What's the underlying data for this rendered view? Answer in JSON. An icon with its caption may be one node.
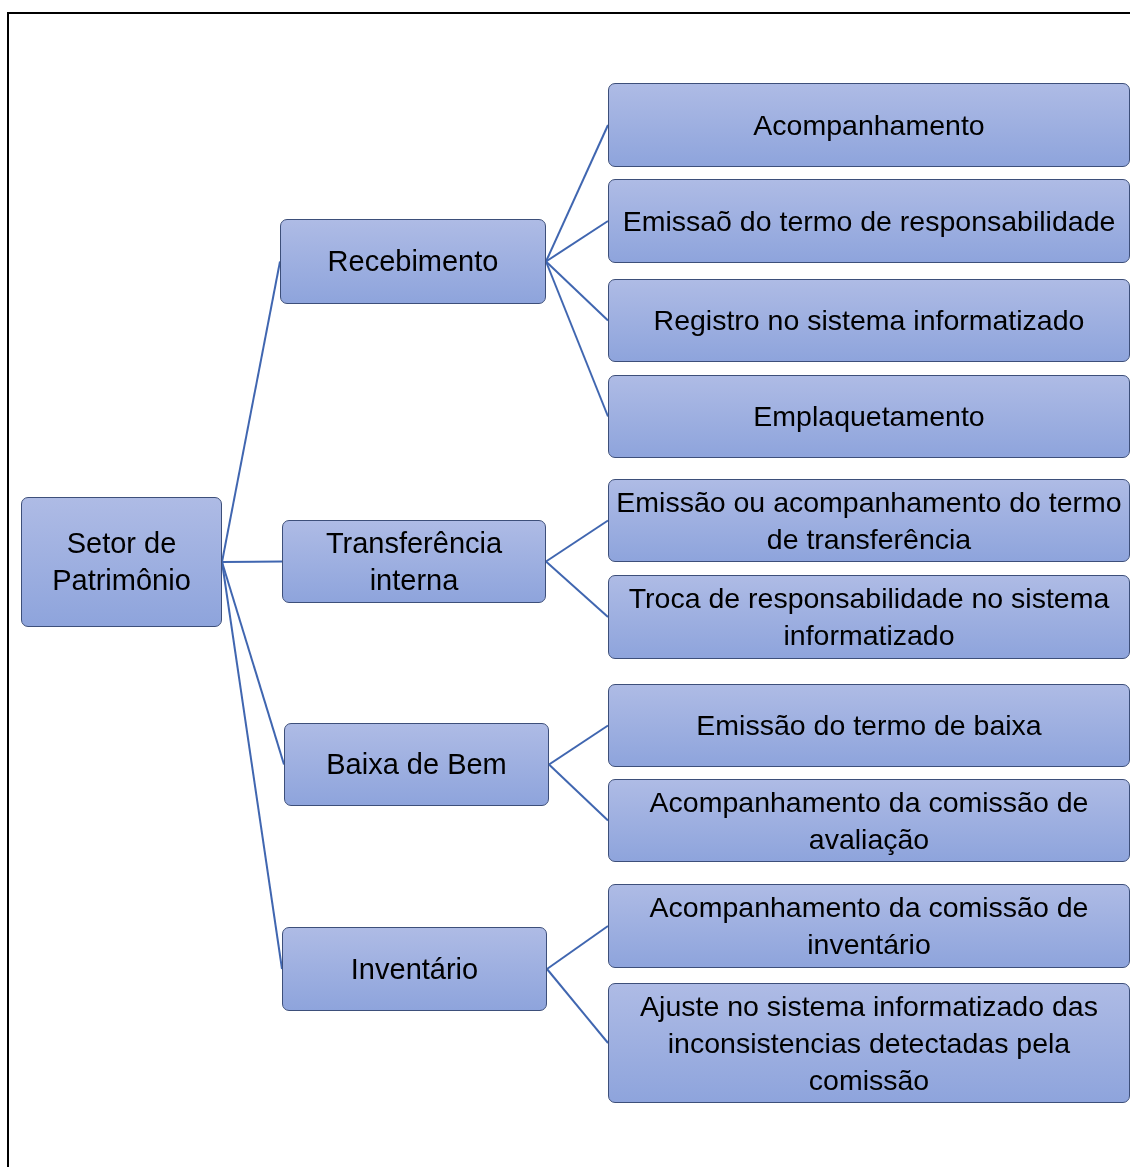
{
  "diagram": {
    "nodes": [
      {
        "text": [
          "Setor de Patrimônio"
        ]
      },
      {
        "text": [
          "Recebimento"
        ]
      },
      {
        "text": [
          "Transferência interna"
        ]
      },
      {
        "text": [
          "Baixa de Bem"
        ]
      },
      {
        "text": [
          "Inventário"
        ]
      },
      {
        "text": [
          "Acompanhamento"
        ]
      },
      {
        "text": [
          "Emissaõ do termo de responsabilidade"
        ]
      },
      {
        "text": [
          "Registro no sistema informatizado"
        ]
      },
      {
        "text": [
          "Emplaquetamento"
        ]
      },
      {
        "text": [
          "Emissão ou acompanhamento do termo de transferência"
        ]
      },
      {
        "text": [
          "Troca de responsabilidade no sistema informatizado"
        ]
      },
      {
        "text": [
          "Emissão do termo de baixa"
        ]
      },
      {
        "text": [
          "Acompanhamento da comissão de avaliação"
        ]
      },
      {
        "text": [
          "Acompanhamento da comissão de inventário"
        ]
      },
      {
        "text": [
          "Ajuste no sistema informatizado das inconsistencias detectadas pela comissão"
        ]
      }
    ],
    "edges": [
      {
        "from": 0,
        "to": 1,
        "arrow": "none"
      },
      {
        "from": 0,
        "to": 2,
        "arrow": "none"
      },
      {
        "from": 0,
        "to": 3,
        "arrow": "none"
      },
      {
        "from": 0,
        "to": 4,
        "arrow": "none"
      },
      {
        "from": 1,
        "to": 5,
        "arrow": "none"
      },
      {
        "from": 1,
        "to": 6,
        "arrow": "none"
      },
      {
        "from": 1,
        "to": 7,
        "arrow": "none"
      },
      {
        "from": 1,
        "to": 8,
        "arrow": "none"
      },
      {
        "from": 2,
        "to": 9,
        "arrow": "none"
      },
      {
        "from": 2,
        "to": 10,
        "arrow": "none"
      },
      {
        "from": 3,
        "to": 11,
        "arrow": "none"
      },
      {
        "from": 3,
        "to": 12,
        "arrow": "none"
      },
      {
        "from": 4,
        "to": 13,
        "arrow": "none"
      },
      {
        "from": 4,
        "to": 14,
        "arrow": "none"
      }
    ]
  }
}
